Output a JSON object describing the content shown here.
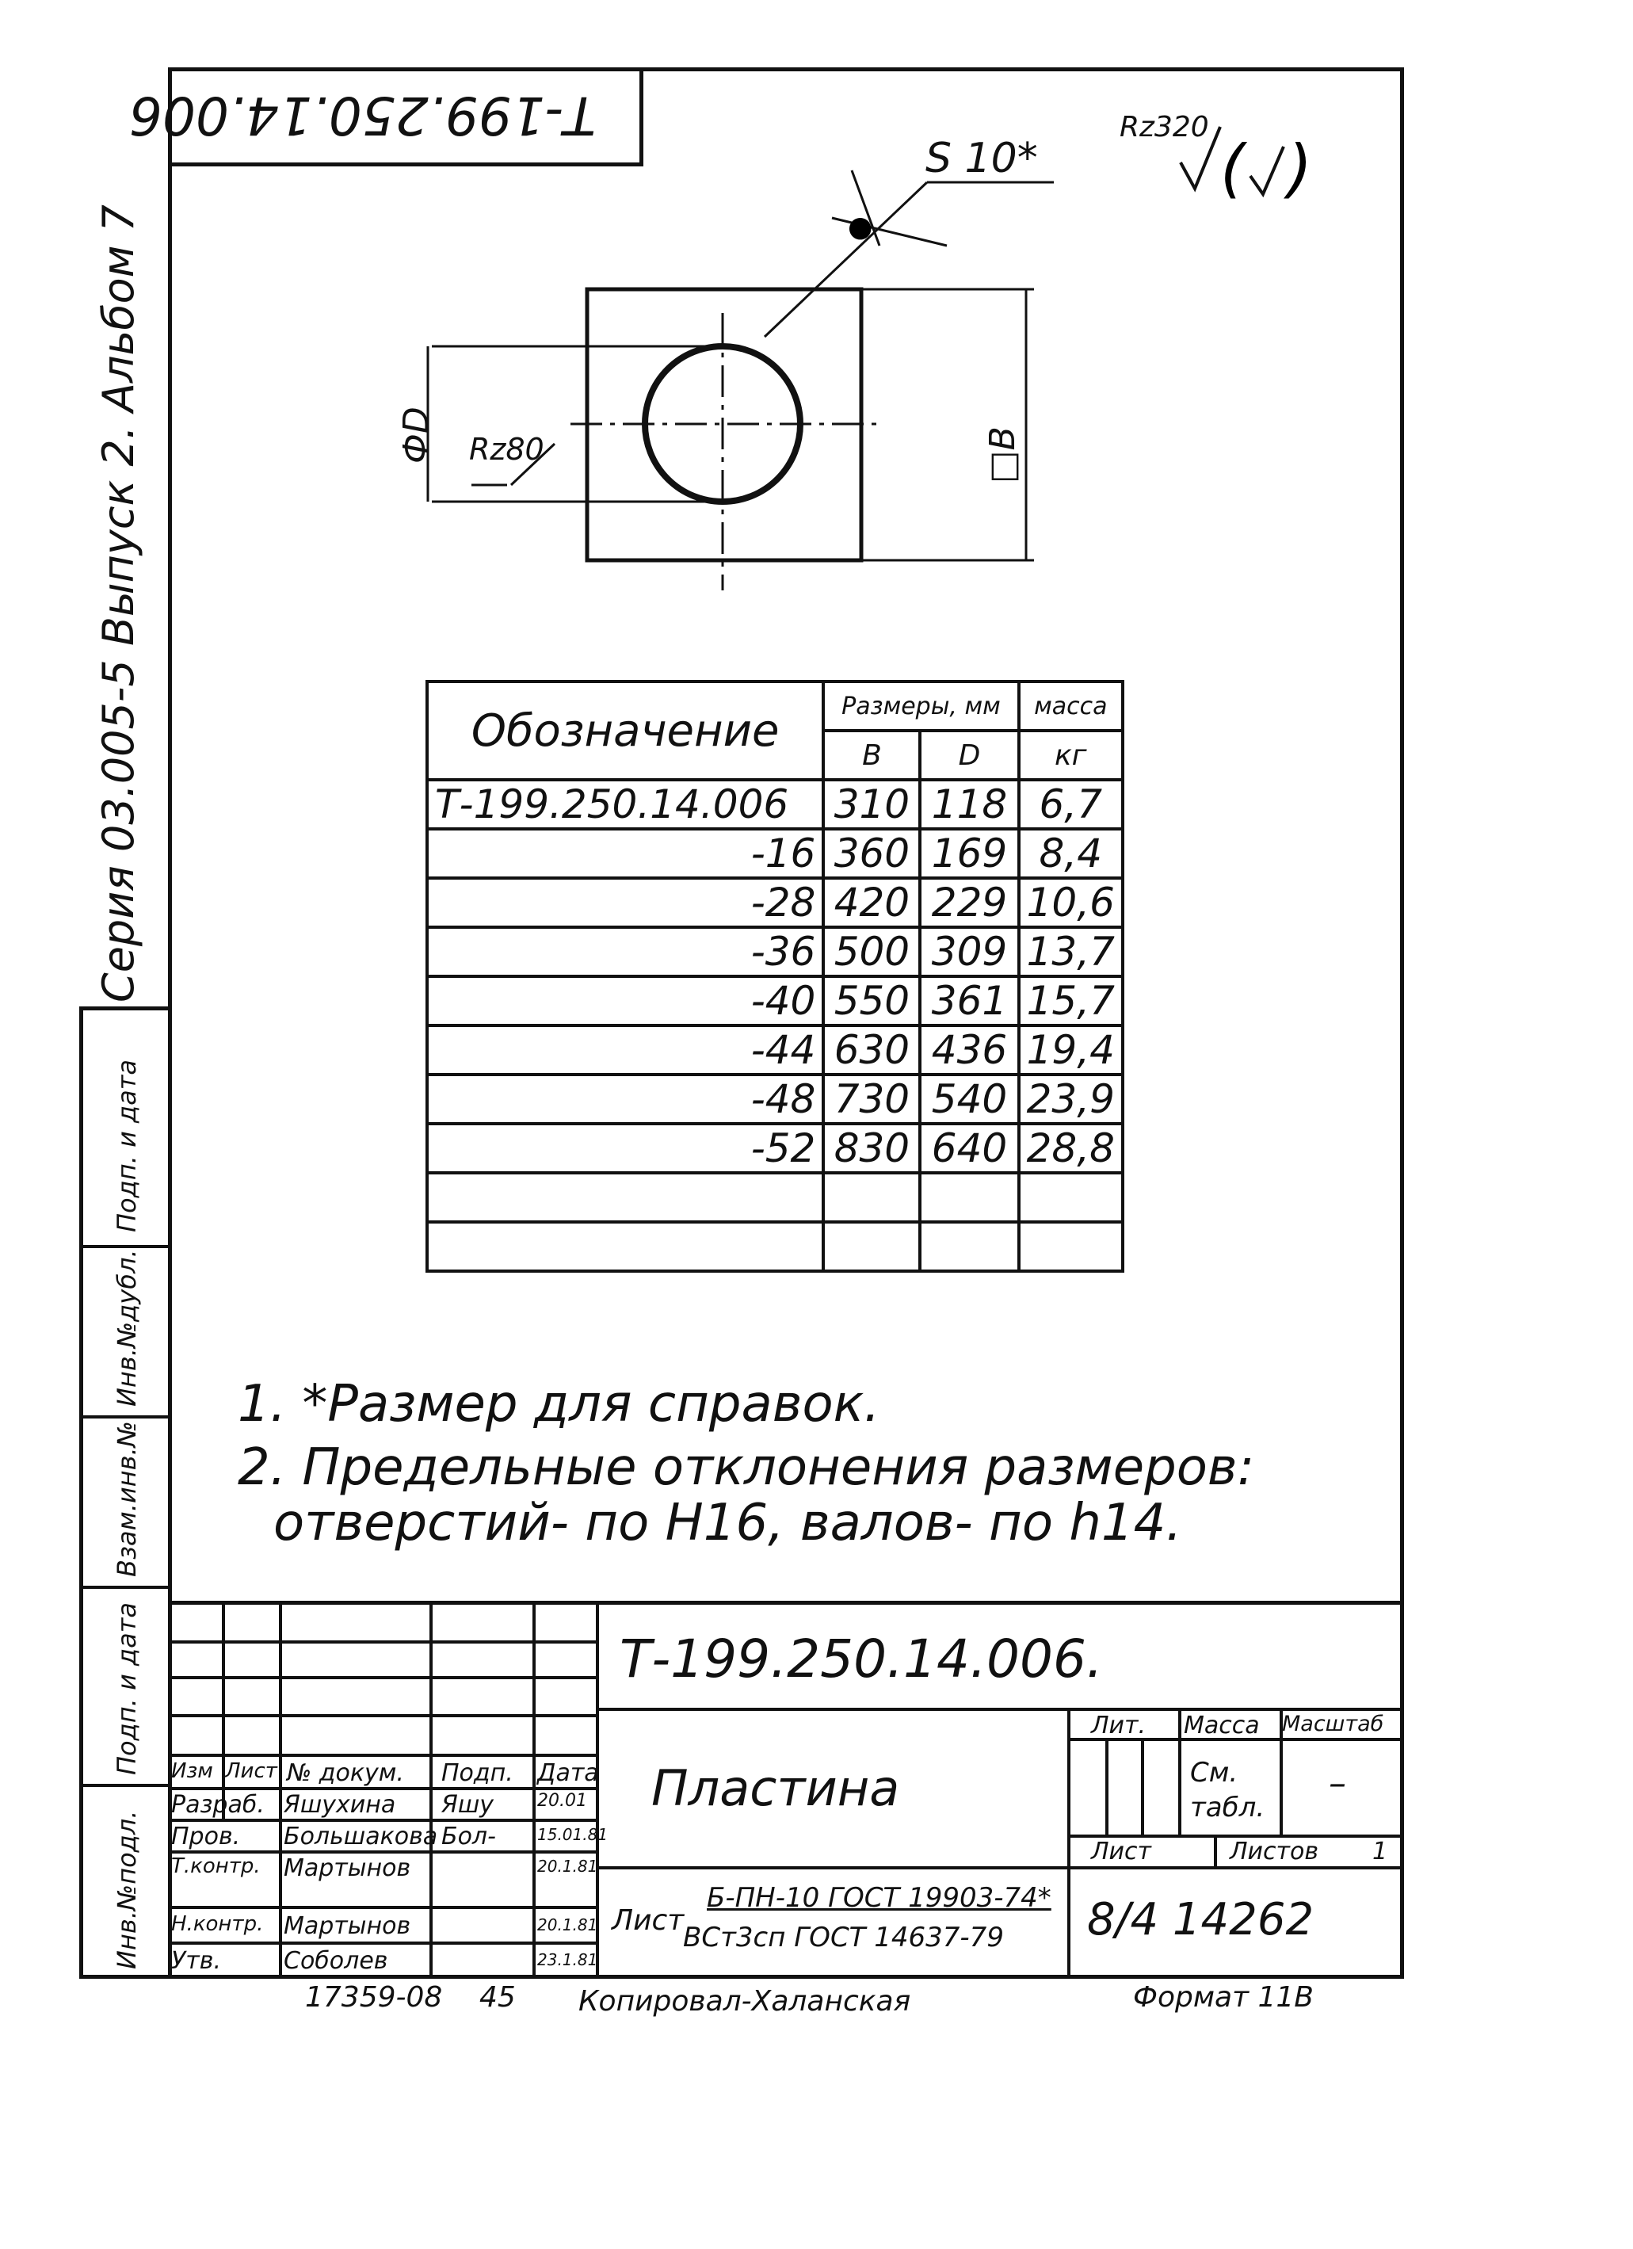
{
  "top_stamp": "Т-199.250.14.006",
  "surface_symbol": {
    "main": "Rz320",
    "bracket": "(✓)",
    "hole": "Rz80"
  },
  "dimensions": {
    "thickness": "S 10*",
    "diameter": "ФD",
    "side": "□B"
  },
  "series_text": "Серия 03.005-5 Выпуск 2. Альбом 7",
  "sidebar_labels": [
    "Подп. и дата",
    "Инв.№дубл.",
    "Взам.инв.№",
    "Подп. и дата",
    "Инв.№подл."
  ],
  "table": {
    "header_designation": "Обозначение",
    "header_dims": "Размеры, мм",
    "header_mass": "масса",
    "col_b": "В",
    "col_d": "D",
    "col_mass_unit": "кг",
    "rows": [
      {
        "des": "Т-199.250.14.006",
        "b": "310",
        "d": "118",
        "m": "6,7"
      },
      {
        "des": "-16",
        "b": "360",
        "d": "169",
        "m": "8,4"
      },
      {
        "des": "-28",
        "b": "420",
        "d": "229",
        "m": "10,6"
      },
      {
        "des": "-36",
        "b": "500",
        "d": "309",
        "m": "13,7"
      },
      {
        "des": "-40",
        "b": "550",
        "d": "361",
        "m": "15,7"
      },
      {
        "des": "-44",
        "b": "630",
        "d": "436",
        "m": "19,4"
      },
      {
        "des": "-48",
        "b": "730",
        "d": "540",
        "m": "23,9"
      },
      {
        "des": "-52",
        "b": "830",
        "d": "640",
        "m": "28,8"
      },
      {
        "des": "",
        "b": "",
        "d": "",
        "m": ""
      },
      {
        "des": "",
        "b": "",
        "d": "",
        "m": ""
      }
    ]
  },
  "notes": [
    "1. *Размер для справок.",
    "2. Предельные отклонения размеров:",
    "отверстий- по Н16, валов- по h14."
  ],
  "title_block": {
    "designation": "Т-199.250.14.006.",
    "name": "Пластина",
    "col_headers": [
      "Изм",
      "Лист",
      "№ докум.",
      "Подп.",
      "Дата"
    ],
    "roles": [
      {
        "role": "Разраб.",
        "name": "Яшухина",
        "sign": "Яшу",
        "date": "20.01"
      },
      {
        "role": "Пров.",
        "name": "Большакова",
        "sign": "Бол-",
        "date": "15.01.81"
      },
      {
        "role": "Т.контр.",
        "name": "Мартынов",
        "sign": "",
        "date": "20.1.81"
      },
      {
        "role": "Н.контр.",
        "name": "Мартынов",
        "sign": "",
        "date": "20.1.81"
      },
      {
        "role": "Утв.",
        "name": "Соболев",
        "sign": "",
        "date": "23.1.81"
      }
    ],
    "lit_label": "Лит.",
    "mass_label": "Масса",
    "scale_label": "Масштаб",
    "mass_value": "См. табл.",
    "scale_value": "–",
    "sheet_label": "Лист",
    "sheets_label": "Листов",
    "sheets_value": "1",
    "material_prefix": "Лист",
    "material_line1": "Б-ПН-10 ГОСТ 19903-74*",
    "material_line2": "ВСт3сп ГОСТ 14637-79",
    "org_code": "8/4  14262"
  },
  "footer": {
    "code": "17359-08",
    "page": "45",
    "copied": "Копировал-Халанская",
    "format": "Формат 11В"
  }
}
